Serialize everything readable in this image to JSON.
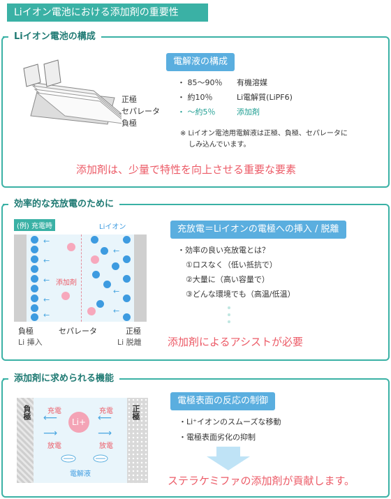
{
  "title": "Liイオン電池における添加剤の重要性",
  "section1": {
    "heading": "Liイオン電池の構成",
    "labels": [
      "正極",
      "セパレータ",
      "負極"
    ],
    "pill": "電解液の構成",
    "rows": [
      {
        "pct": "・ 85～90％",
        "name": "有機溶媒"
      },
      {
        "pct": "・ 約10％",
        "name": "Li電解質(LiPF6)"
      },
      {
        "pct": "・ ～約5％",
        "name": "添加剤"
      }
    ],
    "note1": "※ Liイオン電池用電解液は正極、負極、セパレータに",
    "note2": "しみ込んでいます。",
    "conclusion": "添加剤は、少量で特性を向上させる重要な要素"
  },
  "section2": {
    "heading": "効率的な充放電のために",
    "example_badge": "(例) 充電時",
    "li_ion": "Liイオン",
    "additive": "添加剤",
    "neg": "負極",
    "neg_sub": "Li 挿入",
    "sep": "セパレータ",
    "pos": "正極",
    "pos_sub": "Li 脱離",
    "pill": "充放電＝Liイオンの電極への挿入 / 脱離",
    "lines": [
      "・効率の良い充放電とは？",
      "①ロスなく（低い抵抗で）",
      "②大量に（高い容量で）",
      "③どんな環境でも（高温/低温）"
    ],
    "conclusion": "添加剤によるアシストが必要"
  },
  "section3": {
    "heading": "添加剤に求められる機能",
    "neg": "負極",
    "pos": "正極",
    "charge": "充電",
    "discharge": "放電",
    "li": "Li+",
    "electrolyte": "電解液",
    "pill": "電極表面の反応の制御",
    "lines": [
      "・Li⁺イオンのスムーズな移動",
      "・電極表面劣化の抑制"
    ],
    "conclusion": "ステラケミファの添加剤が貢献します。"
  },
  "colors": {
    "accent": "#3ab1a5",
    "pill": "#5aaedf",
    "red": "#ec5b67",
    "blue": "#3d9be0",
    "pink": "#f7a8bc"
  }
}
